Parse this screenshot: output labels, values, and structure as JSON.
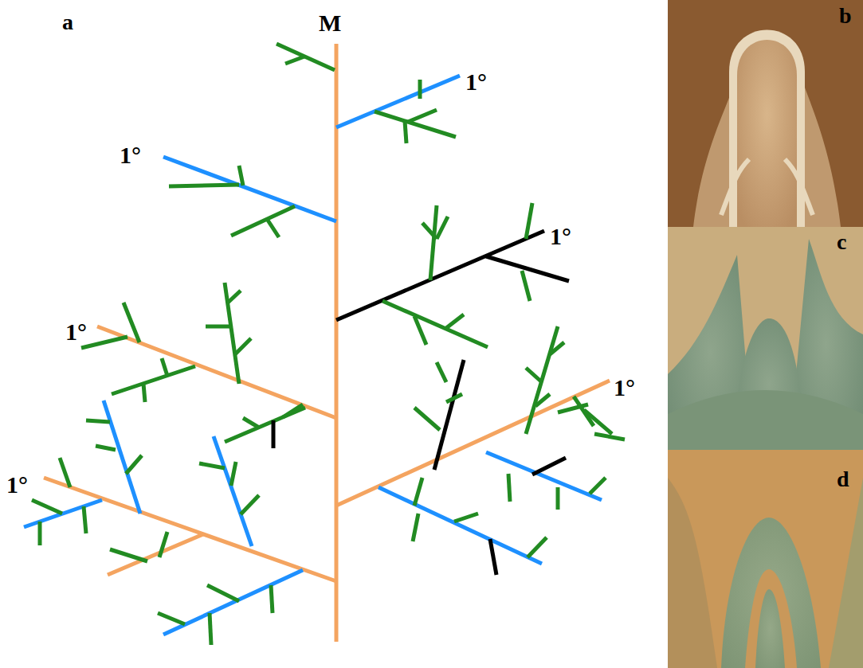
{
  "diagram": {
    "labels": [
      "a",
      "M",
      "1°",
      "1°",
      "1°",
      "1°",
      "1°",
      "1°",
      "b",
      "c",
      "d"
    ]
  }
}
